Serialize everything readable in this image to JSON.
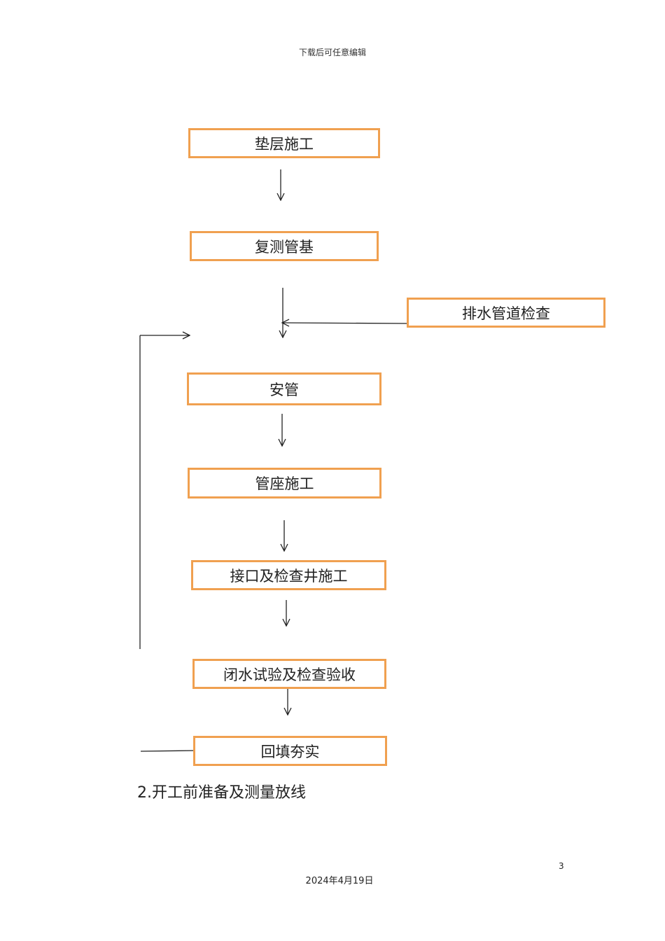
{
  "header": {
    "note": "下载后可任意编辑"
  },
  "flow": {
    "steps": {
      "cushion": "垫层施工",
      "recheck": "复测管基",
      "pipe_check": "排水管道检查",
      "install": "安管",
      "base": "管座施工",
      "joint": "接口及检查井施工",
      "test": "闭水试验及检查验收",
      "backfill": "回填夯实"
    }
  },
  "section": {
    "title": "2.开工前准备及测量放线"
  },
  "footer": {
    "page_number": "3",
    "date": "2024年4月19日"
  },
  "colors": {
    "box_border": "#f0a050",
    "line": "#222222"
  }
}
